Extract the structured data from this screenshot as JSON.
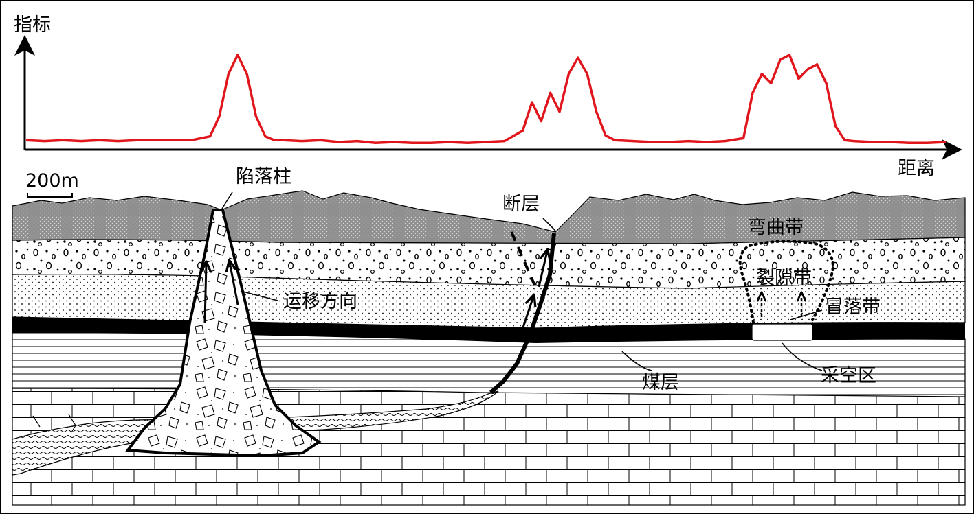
{
  "chart_title_axis": {
    "y_axis_label": "指标",
    "x_axis_label": "距离"
  },
  "scale_bar": {
    "label": "200m"
  },
  "labels": {
    "collapse_column": "陷落柱",
    "fault": "断层",
    "bending_zone": "弯曲带",
    "fracture_zone": "裂隙带",
    "caving_zone": "冒落带",
    "migration_direction": "运移方向",
    "coal_seam": "煤层",
    "goaf": "采空区"
  },
  "colors": {
    "curve": "#e0161c",
    "topsoil": "#8f8f8f",
    "coal": "#000000",
    "background": "#ffffff"
  },
  "chart_data": {
    "type": "line",
    "description_ylabel": "指标",
    "xlabel": "距离",
    "ylabel": "指标",
    "grid": false,
    "series": [
      {
        "name": "",
        "x": [
          0,
          2,
          4,
          6,
          8,
          10,
          12,
          14,
          16,
          18,
          20,
          21,
          22,
          23,
          24,
          25,
          26,
          27,
          28,
          30,
          32,
          34,
          36,
          38,
          40,
          42,
          44,
          46,
          48,
          50,
          52,
          54,
          55,
          56,
          57,
          58,
          59,
          60,
          61,
          62,
          63,
          64,
          66,
          68,
          70,
          72,
          74,
          76,
          78,
          79,
          80,
          81,
          82,
          83,
          84,
          85,
          86,
          87,
          88,
          89,
          90,
          92,
          94,
          96,
          98,
          100
        ],
        "y": [
          0.1,
          0.09,
          0.1,
          0.09,
          0.1,
          0.09,
          0.1,
          0.1,
          0.1,
          0.1,
          0.14,
          0.35,
          0.8,
          1.0,
          0.8,
          0.35,
          0.14,
          0.1,
          0.1,
          0.09,
          0.1,
          0.08,
          0.09,
          0.07,
          0.08,
          0.07,
          0.07,
          0.08,
          0.07,
          0.08,
          0.09,
          0.2,
          0.5,
          0.3,
          0.6,
          0.4,
          0.8,
          0.97,
          0.8,
          0.4,
          0.15,
          0.1,
          0.09,
          0.08,
          0.08,
          0.09,
          0.08,
          0.09,
          0.12,
          0.6,
          0.8,
          0.7,
          0.95,
          1.0,
          0.75,
          0.85,
          0.9,
          0.7,
          0.25,
          0.1,
          0.09,
          0.08,
          0.08,
          0.07,
          0.07,
          0.08
        ]
      }
    ]
  }
}
